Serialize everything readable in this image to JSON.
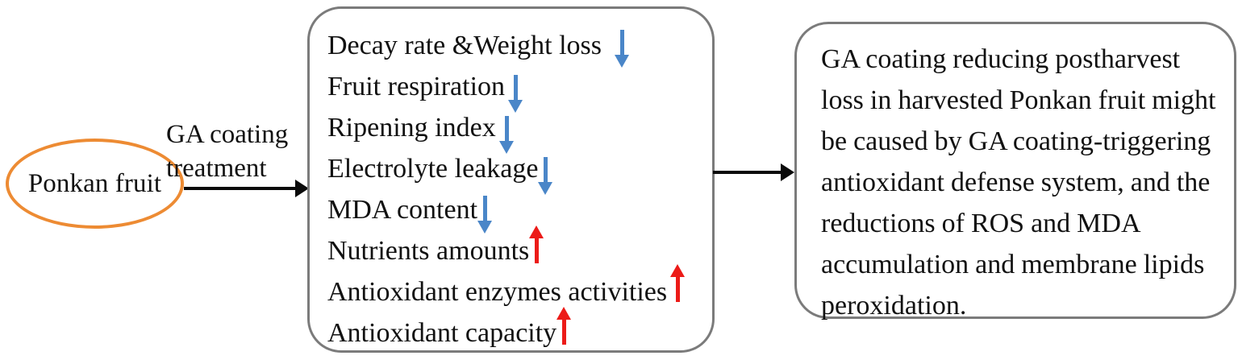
{
  "figure": {
    "type": "graphical-abstract-flow-diagram",
    "colors": {
      "source_outline": "#ED8B33",
      "box_outline": "#7B7B7B",
      "arrow_black": "#0A0A0A",
      "decrease_arrow": "#4A86C8",
      "increase_arrow": "#EC1B18",
      "text": "#111111",
      "background": "#FFFFFF"
    }
  },
  "source": {
    "label": "Ponkan fruit",
    "shape": "ellipse"
  },
  "treatment": {
    "label": "GA coating\ntreatment",
    "arrow_icon": "arrow-right-icon"
  },
  "effects": {
    "items": [
      {
        "label": "Decay rate &Weight loss",
        "direction": "down",
        "arrow_icon": "arrow-down-icon"
      },
      {
        "label": "Fruit respiration",
        "direction": "down",
        "arrow_icon": "arrow-down-icon"
      },
      {
        "label": "Ripening index",
        "direction": "down",
        "arrow_icon": "arrow-down-icon"
      },
      {
        "label": "Electrolyte leakage",
        "direction": "down",
        "arrow_icon": "arrow-down-icon"
      },
      {
        "label": "MDA content",
        "direction": "down",
        "arrow_icon": "arrow-down-icon"
      },
      {
        "label": "Nutrients amounts",
        "direction": "up",
        "arrow_icon": "arrow-up-icon"
      },
      {
        "label": "Antioxidant enzymes activities",
        "direction": "up",
        "arrow_icon": "arrow-up-icon"
      },
      {
        "label": "Antioxidant capacity",
        "direction": "up",
        "arrow_icon": "arrow-up-icon"
      }
    ]
  },
  "link": {
    "arrow_icon": "arrow-right-icon"
  },
  "conclusion": {
    "text": "GA coating reducing postharvest loss in harvested Ponkan fruit might be caused by GA coating-triggering antioxidant defense system, and the reductions of ROS and MDA accumulation and membrane lipids peroxidation."
  }
}
